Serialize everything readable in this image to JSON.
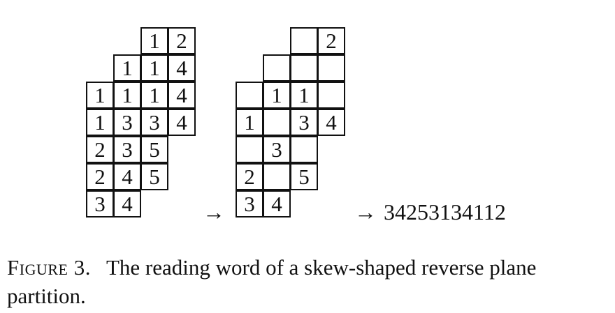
{
  "figure": {
    "left_tableau": {
      "rows": [
        [
          "1",
          "2"
        ],
        [
          "1",
          "1",
          "4"
        ],
        [
          "1",
          "1",
          "1",
          "4"
        ],
        [
          "1",
          "3",
          "3",
          "4"
        ],
        [
          "2",
          "3",
          "5"
        ],
        [
          "2",
          "4",
          "5"
        ],
        [
          "3",
          "4"
        ]
      ],
      "row_start_col": [
        2,
        1,
        0,
        0,
        0,
        0,
        0
      ]
    },
    "middle_tableau": {
      "rows": [
        [
          "",
          "2"
        ],
        [
          "",
          "",
          ""
        ],
        [
          "",
          "1",
          "1",
          ""
        ],
        [
          "1",
          "",
          "3",
          "4"
        ],
        [
          "",
          "3",
          ""
        ],
        [
          "2",
          "",
          "5"
        ],
        [
          "3",
          "4"
        ]
      ],
      "row_start_col": [
        2,
        1,
        0,
        0,
        0,
        0,
        0
      ]
    },
    "arrow_1": "→",
    "arrow_2": "→",
    "reading_word": "34253134112"
  },
  "caption": {
    "label": "Figure 3.",
    "text": "The reading word of a skew-shaped reverse plane partition."
  }
}
